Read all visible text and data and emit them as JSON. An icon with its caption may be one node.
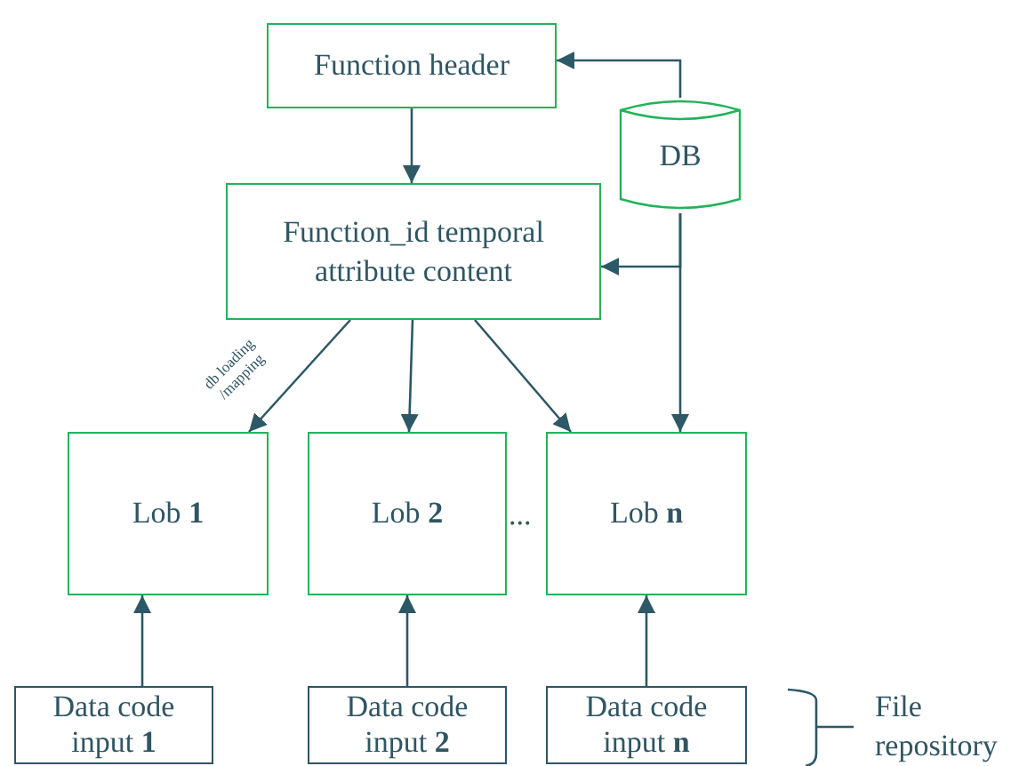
{
  "diagram": {
    "nodes": [
      {
        "text": [
          "Function header"
        ]
      },
      {
        "text": [
          "DB"
        ]
      },
      {
        "text": [
          "Function_id temporal attribute content"
        ]
      },
      {
        "text": [
          "Lob **1**"
        ]
      },
      {
        "text": [
          "Lob **2**"
        ]
      },
      {
        "text": [
          "Lob **n**"
        ]
      },
      {
        "text": [
          "Data code input **1**"
        ]
      },
      {
        "text": [
          "Data code input **2**"
        ]
      },
      {
        "text": [
          "Data code input **n**"
        ]
      }
    ],
    "edges": [
      {
        "from": 1,
        "to": 0,
        "arrow": "to"
      },
      {
        "from": 0,
        "to": 2,
        "arrow": "to"
      },
      {
        "from": 1,
        "to": 2,
        "arrow": "to"
      },
      {
        "from": 1,
        "to": 5,
        "arrow": "to"
      },
      {
        "from": 2,
        "to": 3,
        "arrow": "to",
        "label": "db loading /mapping"
      },
      {
        "from": 2,
        "to": 4,
        "arrow": "to"
      },
      {
        "from": 2,
        "to": 5,
        "arrow": "to"
      },
      {
        "from": 6,
        "to": 3,
        "arrow": "to"
      },
      {
        "from": 7,
        "to": 4,
        "arrow": "to"
      },
      {
        "from": 8,
        "to": 5,
        "arrow": "to"
      }
    ],
    "labels": [
      "...",
      "File repository"
    ]
  }
}
